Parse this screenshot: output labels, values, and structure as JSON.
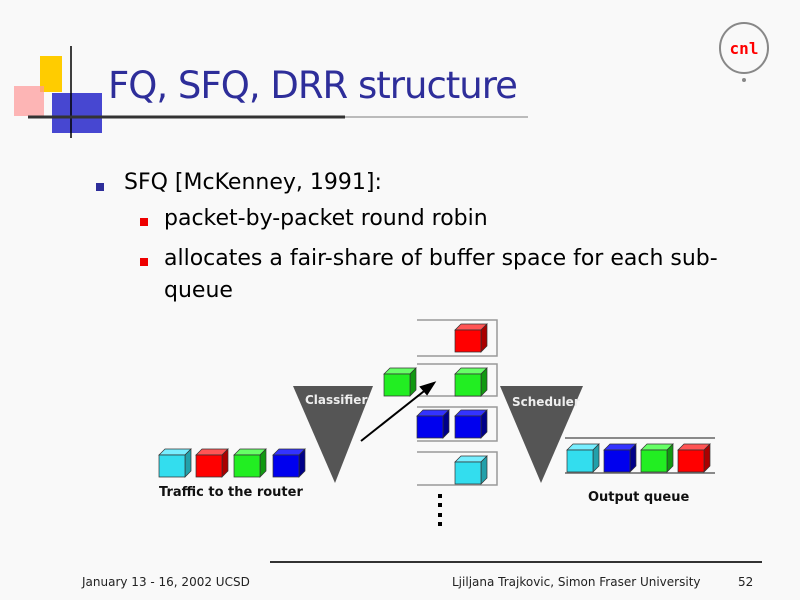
{
  "title": "FQ, SFQ, DRR structure",
  "logo_text": "cnl",
  "bullets": {
    "main": "SFQ [McKenney, 1991]:",
    "sub": [
      "packet-by-packet round robin",
      "allocates a fair-share of buffer space for each sub-",
      "queue"
    ]
  },
  "diagram": {
    "classifier": "Classifier",
    "scheduler": "Scheduler",
    "traffic_label": "Traffic to the router",
    "output_label": "Output queue"
  },
  "footer": {
    "left": "January 13 - 16, 2002 UCSD",
    "right": "Ljiljana Trajkovic, Simon Fraser University",
    "page": "52"
  },
  "colors": {
    "title": "#2e2e9a",
    "red": "#ff0000",
    "green": "#22ee22",
    "blue": "#0000ee",
    "cyan": "#33ddee"
  }
}
